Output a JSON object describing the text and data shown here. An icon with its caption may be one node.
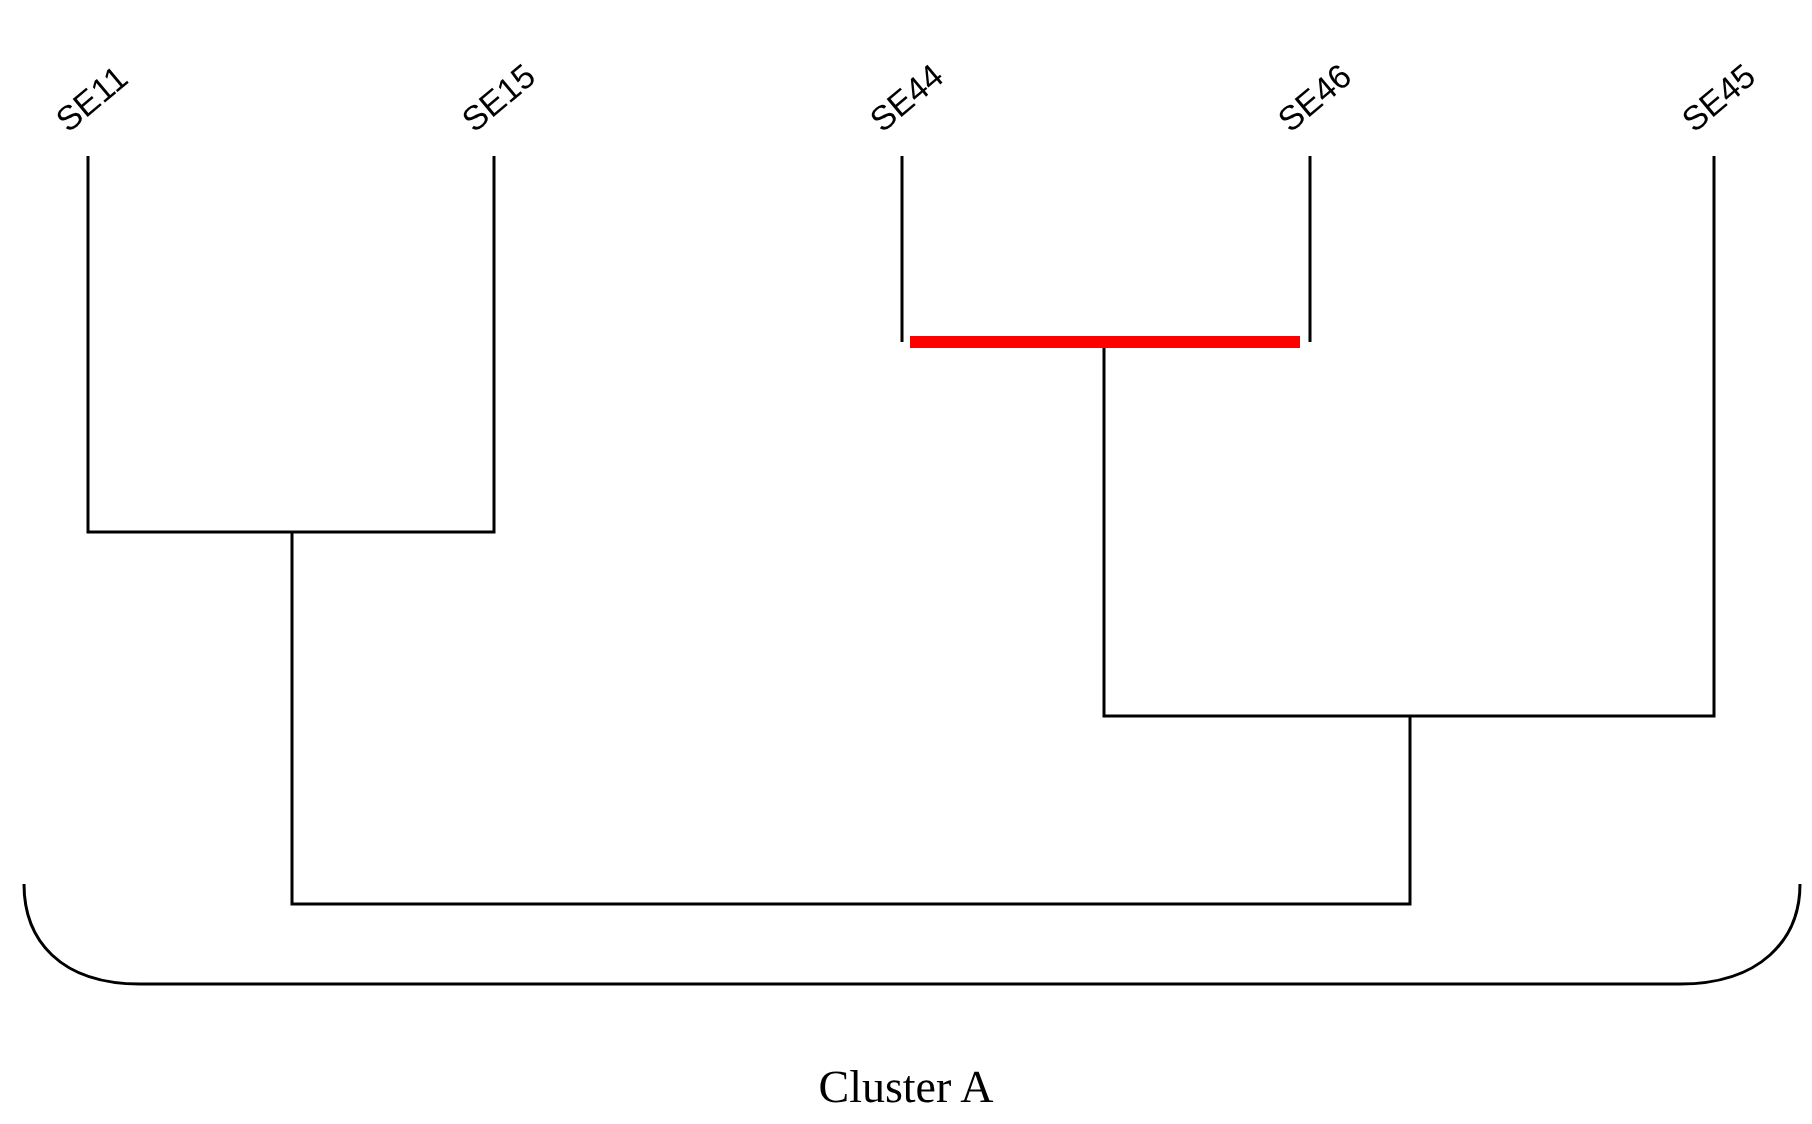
{
  "diagram": {
    "labels": [
      "SE11",
      "SE15",
      "SE44",
      "SE46",
      "SE45",
      "Cluster A"
    ]
  }
}
